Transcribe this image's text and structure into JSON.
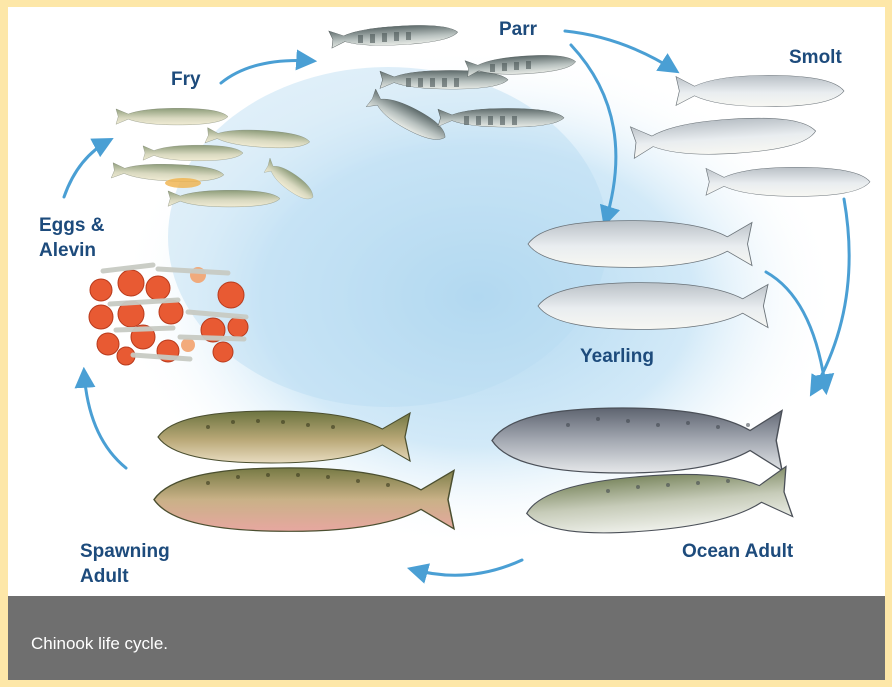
{
  "stages": {
    "parr": "Parr",
    "smolt": "Smolt",
    "fry": "Fry",
    "eggs_line1": "Eggs &",
    "eggs_line2": "Alevin",
    "yearling": "Yearling",
    "spawning_line1": "Spawning",
    "spawning_line2": "Adult",
    "ocean_adult": "Ocean Adult"
  },
  "caption": "Chinook life cycle.",
  "colors": {
    "frame": "#fde7a8",
    "label": "#1d4b7c",
    "arrow": "#4a9fd4",
    "caption_bar": "#6f6f6f",
    "wash": "#bfe0f4"
  }
}
